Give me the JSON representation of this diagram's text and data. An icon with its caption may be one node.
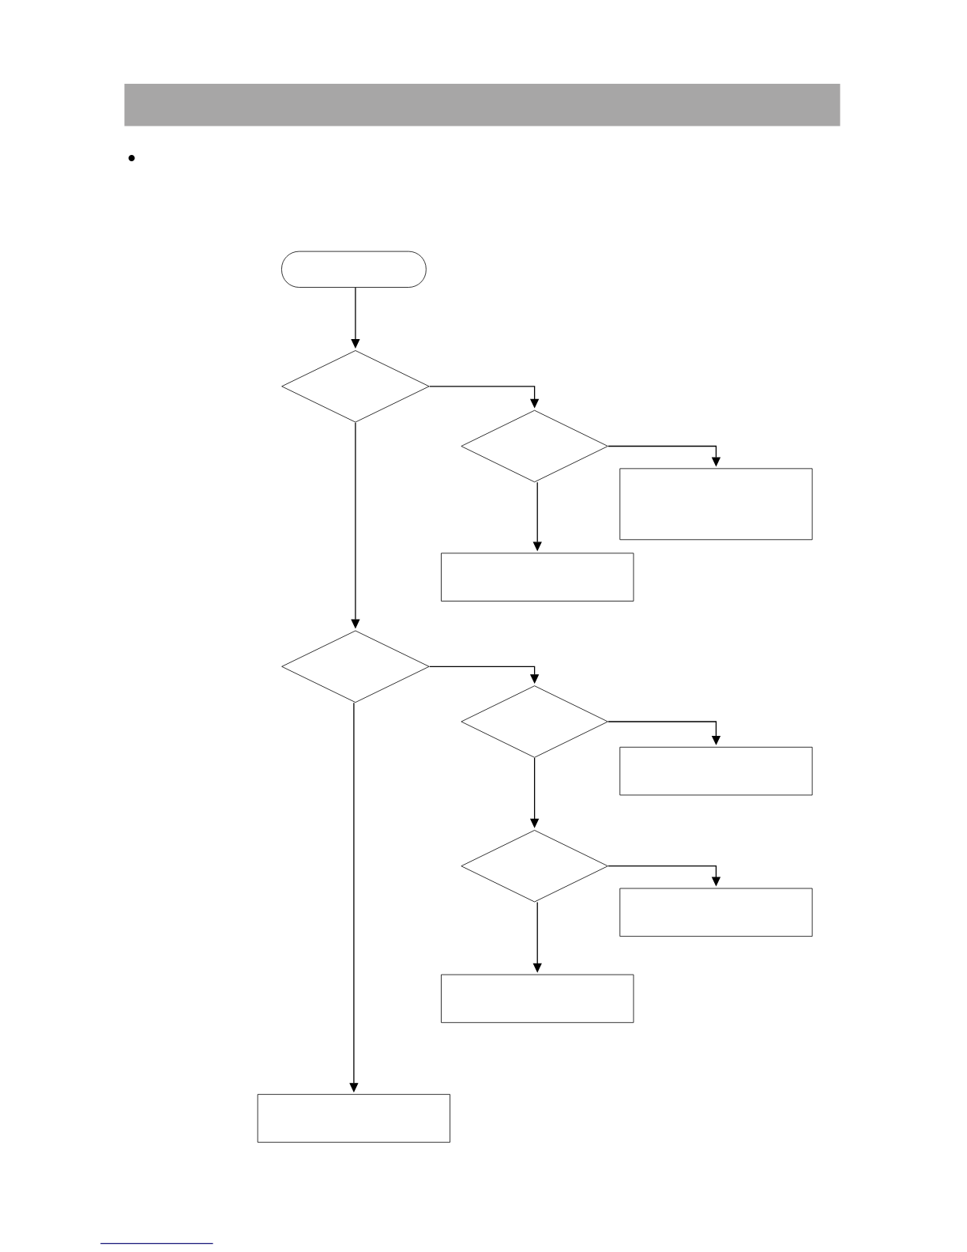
{
  "diagram": {
    "nodes": [
      {
        "text": [],
        "shape": "capsule"
      },
      {
        "text": [],
        "shape": "diamond"
      },
      {
        "text": [],
        "shape": "diamond"
      },
      {
        "text": [],
        "shape": "box"
      },
      {
        "text": [],
        "shape": "box"
      },
      {
        "text": [],
        "shape": "diamond"
      },
      {
        "text": [],
        "shape": "diamond"
      },
      {
        "text": [],
        "shape": "box"
      },
      {
        "text": [],
        "shape": "diamond"
      },
      {
        "text": [],
        "shape": "box"
      },
      {
        "text": [],
        "shape": "box"
      },
      {
        "text": [],
        "shape": "box"
      }
    ],
    "edges": [
      {
        "from": 0,
        "to": 1,
        "arrow": "to"
      },
      {
        "from": 1,
        "to": 2,
        "arrow": "to"
      },
      {
        "from": 2,
        "to": 3,
        "arrow": "to"
      },
      {
        "from": 2,
        "to": 4,
        "arrow": "to"
      },
      {
        "from": 1,
        "to": 5,
        "arrow": "to"
      },
      {
        "from": 5,
        "to": 6,
        "arrow": "to"
      },
      {
        "from": 6,
        "to": 7,
        "arrow": "to"
      },
      {
        "from": 6,
        "to": 8,
        "arrow": "to"
      },
      {
        "from": 8,
        "to": 9,
        "arrow": "to"
      },
      {
        "from": 8,
        "to": 10,
        "arrow": "to"
      },
      {
        "from": 5,
        "to": 11,
        "arrow": "to"
      }
    ]
  }
}
